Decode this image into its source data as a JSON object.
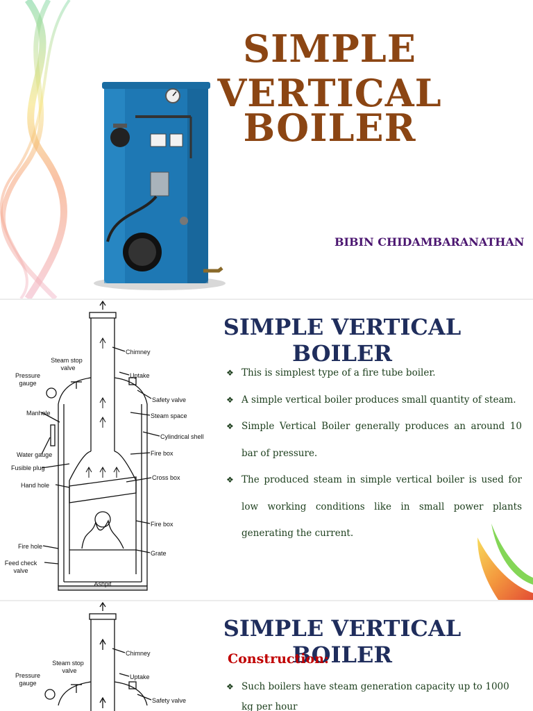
{
  "slide1": {
    "title_line1": "SIMPLE VERTICAL",
    "title_line2": "BOILER",
    "author": "BIBIN CHIDAMBARANATHAN",
    "colors": {
      "title": "#8B4513",
      "author": "#4B1670",
      "boiler": "#1E78B4"
    }
  },
  "slide2": {
    "title": "SIMPLE VERTICAL BOILER",
    "bullets": [
      "This is simplest type of a fire tube boiler.",
      "A simple vertical boiler produces small quantity of steam.",
      "Simple Vertical Boiler generally produces an around 10 bar of pressure.",
      "The produced steam in simple vertical boiler is used for low working conditions like in small power plants generating the current."
    ],
    "diagram_labels": {
      "chimney": "Chimney",
      "steam_stop_valve": "Steam stop valve",
      "pressure_gauge": "Pressure gauge",
      "uptake": "Uptake",
      "safety_valve": "Safety valve",
      "manhole": "Manhole",
      "steam_space": "Steam space",
      "cylindrical_shell": "Cylindrical shell",
      "water_gauge": "Water gauge",
      "fire_box_top": "Fire box",
      "fusible_plug": "Fusible plug",
      "cross_box": "Cross box",
      "hand_hole": "Hand hole",
      "fire_box_bottom": "Fire box",
      "fire_hole": "Fire hole",
      "grate": "Grate",
      "feed_check_valve": "Feed check valve",
      "ashpit": "Ashpit"
    },
    "colors": {
      "title": "#1F2D5C",
      "bullet_text": "#1B3D1B"
    }
  },
  "slide3": {
    "title": "SIMPLE VERTICAL BOILER",
    "construction_heading": "Construction:",
    "bullets": [
      "Such boilers have steam generation capacity up to 1000 kg per hour"
    ],
    "diagram_labels": {
      "chimney": "Chimney",
      "steam_stop_valve": "Steam stop valve",
      "pressure_gauge": "Pressure gauge",
      "uptake": "Uptake",
      "safety_valve": "Safety valve"
    },
    "colors": {
      "heading": "#C00000"
    }
  }
}
